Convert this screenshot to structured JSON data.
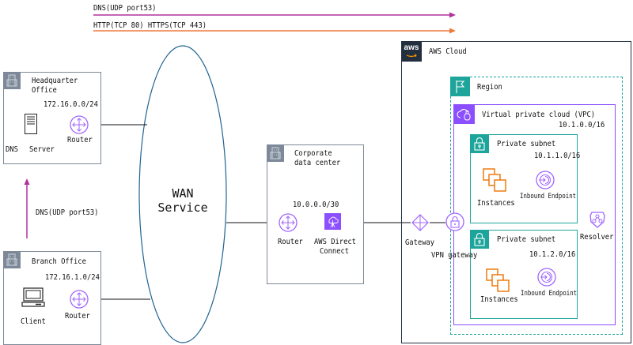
{
  "legend": {
    "dns_label": "DNS(UDP port53)",
    "http_label": "HTTP(TCP 80) HTTPS(TCP 443)",
    "dns_color": "#b0329c",
    "http_color": "#ed7a3a"
  },
  "headquarter": {
    "title_line1": "Headquarter",
    "title_line2": "Office",
    "cidr": "172.16.0.0/24",
    "server_label_1": "DNS",
    "server_label_2": "Server",
    "router_label": "Router"
  },
  "dns_flow_label": "DNS(UDP port53)",
  "branch": {
    "title": "Branch Office",
    "cidr": "172.16.1.0/24",
    "client_label": "Client",
    "router_label": "Router"
  },
  "wan": {
    "line1": "WAN",
    "line2": "Service"
  },
  "datacenter": {
    "title_line1": "Corporate",
    "title_line2": "data center",
    "cidr": "10.0.0.0/30",
    "router_label": "Router",
    "dx_label_1": "AWS Direct",
    "dx_label_2": "Connect"
  },
  "aws": {
    "logo_text": "aws",
    "cloud_label": "AWS Cloud",
    "region_label": "Region",
    "vpc_label": "Virtual private cloud (VPC)",
    "vpc_cidr": "10.1.0.0/16",
    "gateway_label": "Gateway",
    "vpn_gateway_label": "VPN gateway",
    "resolver_label": "Resolver",
    "subnets": [
      {
        "title": "Private subnet",
        "cidr": "10.1.1.0/16",
        "instances_label": "Instances",
        "endpoint_label": "Inbound Endpoint"
      },
      {
        "title": "Private subnet",
        "cidr": "10.1.2.0/16",
        "instances_label": "Instances",
        "endpoint_label": "Inbound Endpoint"
      }
    ]
  },
  "colors": {
    "gray_group": "#7d8998",
    "region_teal": "#1ea59b",
    "vpc_purple": "#8c4fff",
    "icon_purple": "#a166ff",
    "instance_orange": "#ed7100",
    "wan_blue": "#1f6391",
    "aws_dark": "#232f3e"
  }
}
